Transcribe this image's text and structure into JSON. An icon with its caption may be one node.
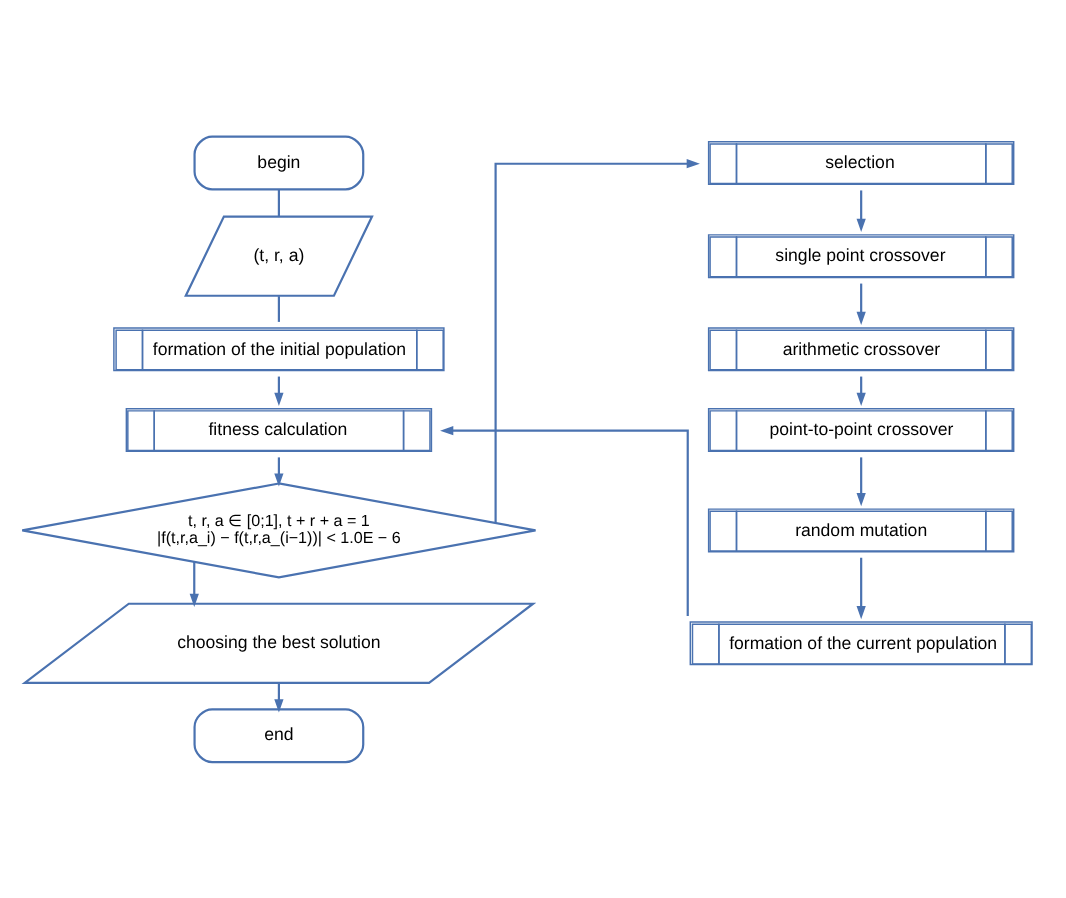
{
  "diagram": {
    "nodes": [
      {
        "text": [
          "begin"
        ]
      },
      {
        "text": [
          "(t, r, a)"
        ]
      },
      {
        "text": [
          "formation of the initial population"
        ]
      },
      {
        "text": [
          "fitness calculation"
        ]
      },
      {
        "text": [
          "t, r, a ∈ [0;1], t + r + a = 1",
          "|f(t,r,a_i) − f(t,r,a_(i−1))| < 1.0E − 6"
        ]
      },
      {
        "text": [
          "selection"
        ]
      },
      {
        "text": [
          "single point crossover"
        ]
      },
      {
        "text": [
          "arithmetic crossover"
        ]
      },
      {
        "text": [
          "point-to-point crossover"
        ]
      },
      {
        "text": [
          "random mutation"
        ]
      },
      {
        "text": [
          "formation of the current population"
        ]
      },
      {
        "text": [
          "choosing the best solution"
        ]
      },
      {
        "text": [
          "end"
        ]
      }
    ],
    "edges": [
      {
        "from": 0,
        "to": 1,
        "arrow": "none"
      },
      {
        "from": 1,
        "to": 2,
        "arrow": "none"
      },
      {
        "from": 2,
        "to": 3,
        "arrow": "to"
      },
      {
        "from": 3,
        "to": 4,
        "arrow": "to"
      },
      {
        "from": 4,
        "to": 5,
        "arrow": "to"
      },
      {
        "from": 5,
        "to": 6,
        "arrow": "to"
      },
      {
        "from": 6,
        "to": 7,
        "arrow": "to"
      },
      {
        "from": 7,
        "to": 8,
        "arrow": "to"
      },
      {
        "from": 8,
        "to": 9,
        "arrow": "to"
      },
      {
        "from": 9,
        "to": 10,
        "arrow": "to"
      },
      {
        "from": 10,
        "to": 3,
        "arrow": "to"
      },
      {
        "from": 4,
        "to": 11,
        "arrow": "to"
      },
      {
        "from": 11,
        "to": 12,
        "arrow": "to"
      }
    ]
  }
}
